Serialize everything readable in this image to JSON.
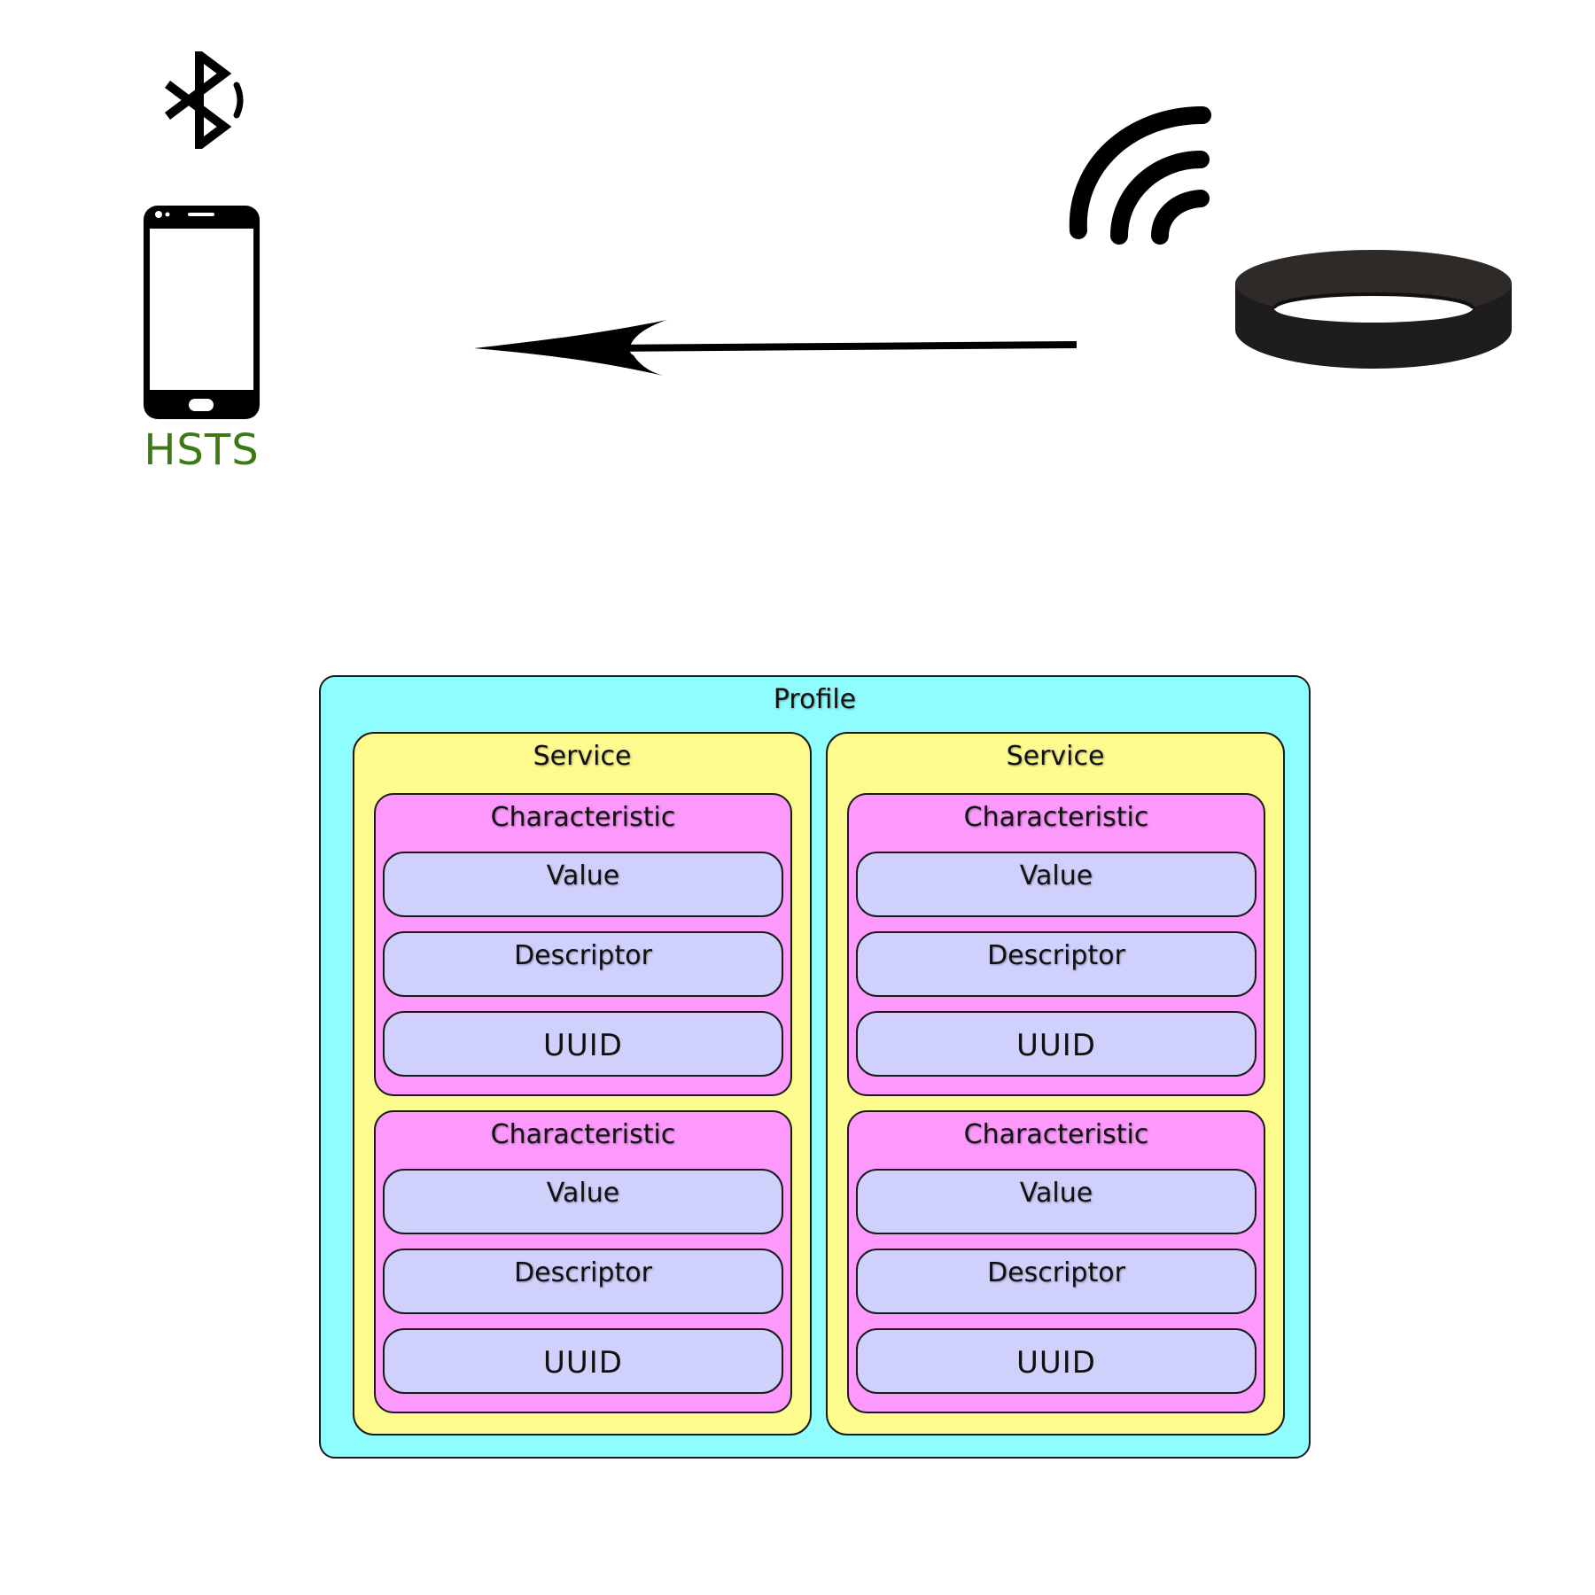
{
  "device": {
    "phone_label": "HSTS",
    "phone_label_color": "#3d7a14",
    "icons": [
      "bluetooth-signal-icon",
      "smartphone-icon",
      "wireless-signal-icon",
      "wristband-icon"
    ]
  },
  "profile": {
    "label": "Profile",
    "color": "#8ffdfd",
    "services": [
      {
        "label": "Service",
        "characteristics": [
          {
            "label": "Characteristic",
            "value": "Value",
            "descriptor": "Descriptor",
            "uuid": "UUID"
          },
          {
            "label": "Characteristic",
            "value": "Value",
            "descriptor": "Descriptor",
            "uuid": "UUID"
          }
        ]
      },
      {
        "label": "Service",
        "characteristics": [
          {
            "label": "Characteristic",
            "value": "Value",
            "descriptor": "Descriptor",
            "uuid": "UUID"
          },
          {
            "label": "Characteristic",
            "value": "Value",
            "descriptor": "Descriptor",
            "uuid": "UUID"
          }
        ]
      }
    ]
  },
  "colors": {
    "profile": "#8ffdfd",
    "service": "#fdfb8e",
    "characteristic": "#fd98fd",
    "item": "#d0d0fd"
  }
}
